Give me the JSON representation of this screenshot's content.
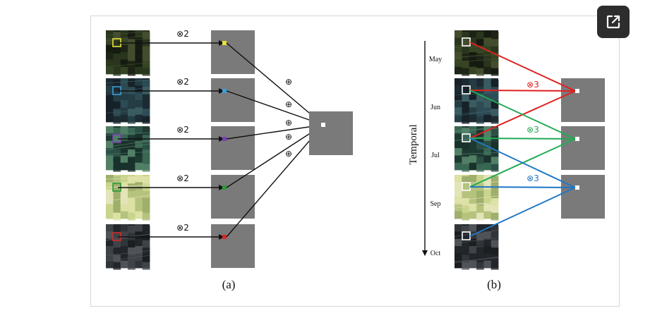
{
  "diagram": {
    "panel_a": {
      "label": "(a)",
      "row_operator": "⊗2",
      "sum_operator": "⊕",
      "rows": [
        {
          "marker_color": "#e8e23a",
          "tile_tone": "dark-olive"
        },
        {
          "marker_color": "#3a9fd8",
          "tile_tone": "dark-teal"
        },
        {
          "marker_color": "#7b3fb5",
          "tile_tone": "green-teal"
        },
        {
          "marker_color": "#2a9a3a",
          "tile_tone": "pale-yellow"
        },
        {
          "marker_color": "#d62828",
          "tile_tone": "dark-gray"
        }
      ]
    },
    "panel_b": {
      "label": "(b)",
      "axis_label": "Temporal",
      "months": [
        "May",
        "Jun",
        "Jul",
        "Sep",
        "Oct"
      ],
      "operator": "⊗3",
      "groups": [
        {
          "color": "#e02020",
          "sources": [
            0,
            1,
            2
          ],
          "target": 0
        },
        {
          "color": "#22aa55",
          "sources": [
            1,
            2,
            3
          ],
          "target": 1
        },
        {
          "color": "#1f77c4",
          "sources": [
            2,
            3,
            4
          ],
          "target": 2
        }
      ]
    }
  },
  "ui": {
    "open_button_icon": "open-external-icon"
  }
}
